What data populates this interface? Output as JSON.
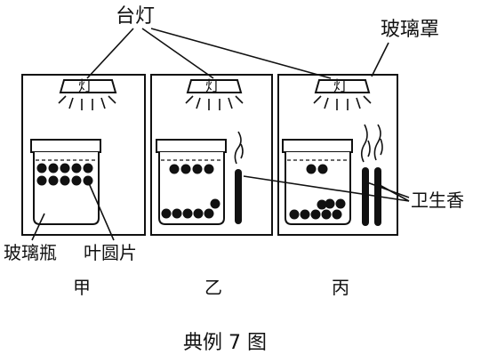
{
  "labels": {
    "desk_lamp": "台灯",
    "glass_cover": "玻璃罩",
    "lamp_text": "灯",
    "glass_bottle": "玻璃瓶",
    "leaf_disk": "叶圆片",
    "incense": "卫生香"
  },
  "setups": [
    {
      "name": "甲",
      "top_disks": 10,
      "bottom_disks": 0,
      "incense_sticks": 0
    },
    {
      "name": "乙",
      "top_disks": 4,
      "bottom_disks": 6,
      "incense_sticks": 1
    },
    {
      "name": "丙",
      "top_disks": 2,
      "bottom_disks": 8,
      "incense_sticks": 2
    }
  ],
  "caption": "典例 7 图"
}
